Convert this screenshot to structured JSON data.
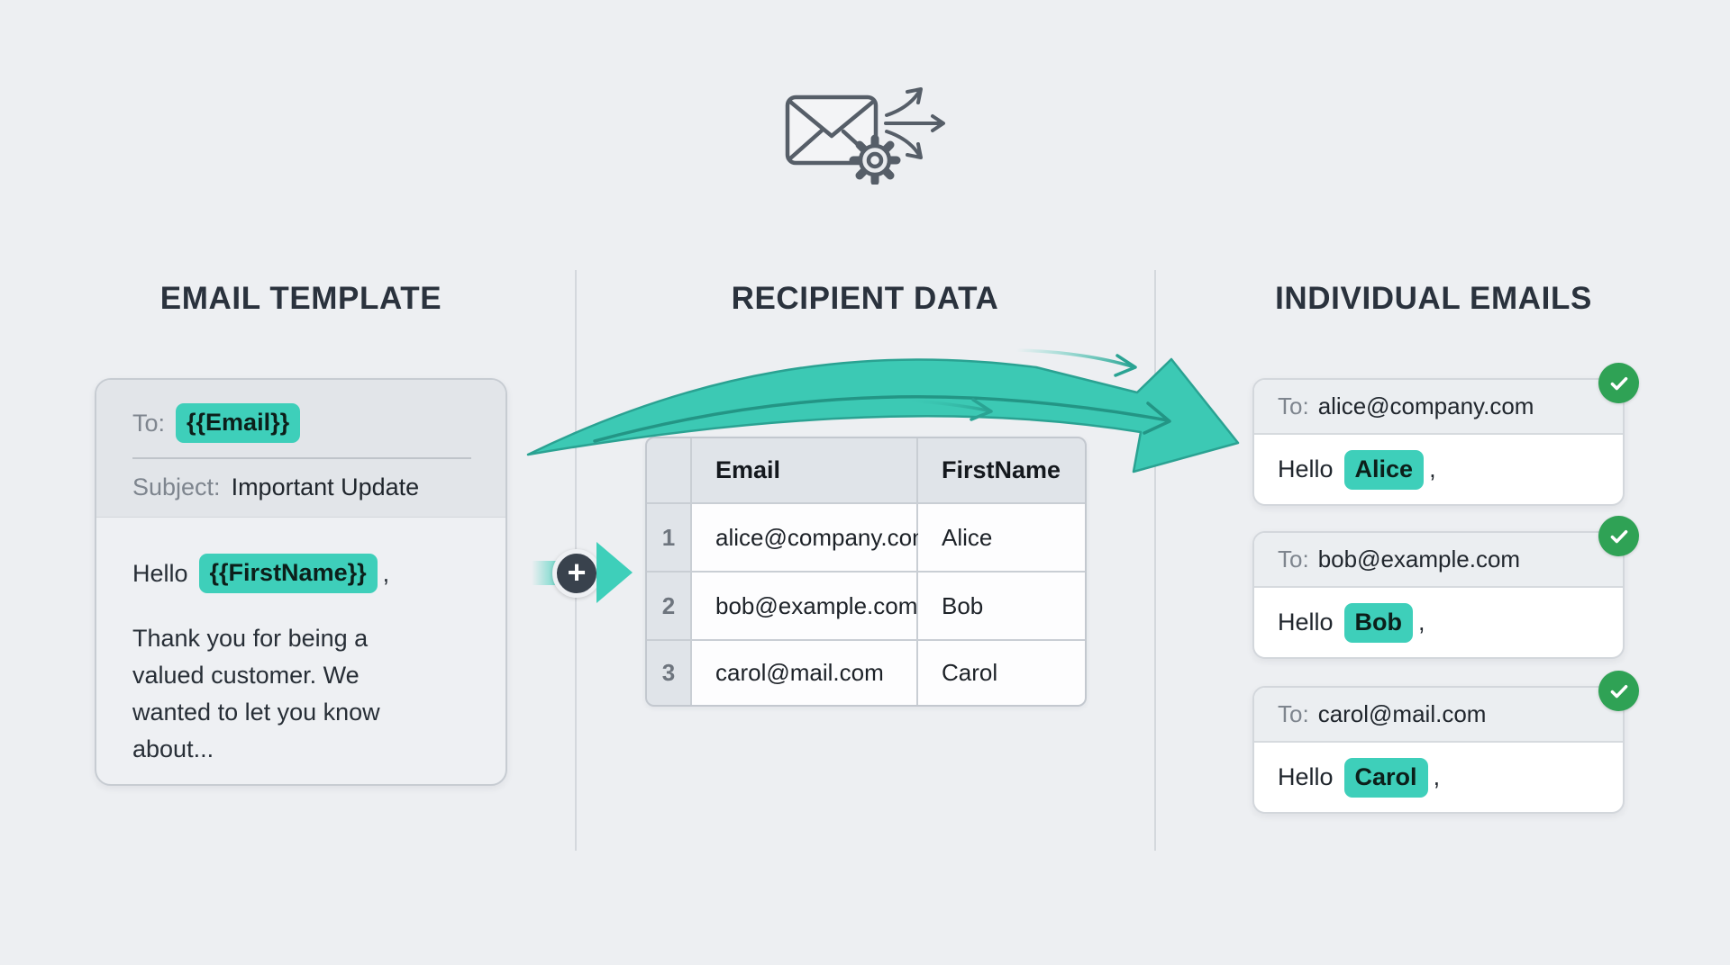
{
  "colors": {
    "accent_teal": "#3ecfba",
    "swoosh_fill": "#3cc9b4",
    "swoosh_stroke": "#2aa292",
    "success_green": "#2fa255",
    "ink": "#272f39",
    "muted_label": "#7e858e",
    "background": "#edeff2"
  },
  "top_icon": {
    "name": "envelope-gear-fanout"
  },
  "sections": {
    "template": {
      "title": "EMAIL TEMPLATE"
    },
    "data": {
      "title": "RECIPIENT DATA"
    },
    "emails": {
      "title": "INDIVIDUAL EMAILS"
    }
  },
  "template_card": {
    "to_label": "To:",
    "to_value": "{{Email}}",
    "subject_label": "Subject:",
    "subject_value": "Important Update",
    "greeting_prefix": "Hello",
    "greeting_chip": "{{FirstName}}",
    "greeting_suffix": ",",
    "body": "Thank you for being a valued customer. We wanted to let you know about..."
  },
  "recipient_table": {
    "columns": [
      "Email",
      "FirstName"
    ],
    "rows": [
      {
        "num": "1",
        "email": "alice@company.com",
        "first_name": "Alice"
      },
      {
        "num": "2",
        "email": "bob@example.com",
        "first_name": "Bob"
      },
      {
        "num": "3",
        "email": "carol@mail.com",
        "first_name": "Carol"
      }
    ]
  },
  "mail_labels": {
    "to": "To:",
    "greeting_prefix": "Hello",
    "greeting_suffix": ","
  },
  "emails": [
    {
      "to": "alice@company.com",
      "name": "Alice"
    },
    {
      "to": "bob@example.com",
      "name": "Bob"
    },
    {
      "to": "carol@mail.com",
      "name": "Carol"
    }
  ],
  "connector": {
    "plus_glyph": "+"
  }
}
